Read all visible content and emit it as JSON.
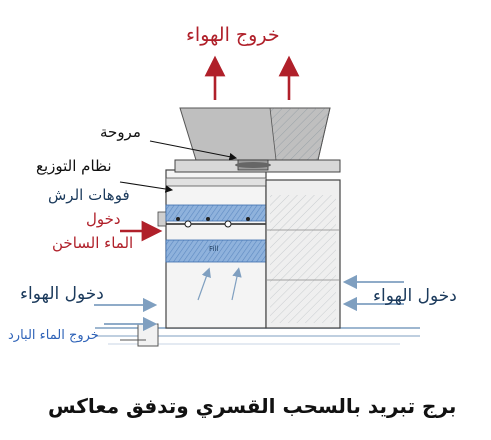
{
  "labels": {
    "air_out": "خروج الهواء",
    "fan": "مروحة",
    "distribution_system": "نظام التوزيع",
    "spray_nozzles": "فوهات الرش",
    "hot_water_in_line1": "دخول",
    "hot_water_in_line2": "الماء الساخن",
    "air_in_left": "دخول الهواء",
    "air_in_right": "دخول الهواء",
    "cold_water_out": "خروج الماء البارد",
    "fill": "Fill"
  },
  "caption": "برج تبريد بالسحب القسري وتدفق معاكس",
  "colors": {
    "hot": "#b0202a",
    "air": "#1b3a5c",
    "cold": "#2f63b8",
    "fill_band": "#8fb2dc",
    "arrow_air": "#7f9fc0"
  }
}
